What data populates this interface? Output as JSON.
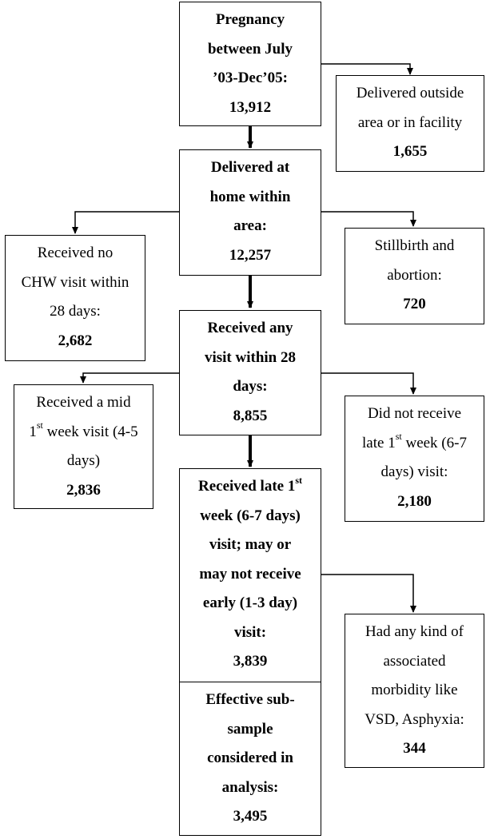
{
  "boxes": {
    "pregnancy": {
      "lines": [
        "Pregnancy",
        "between July",
        "’03-Dec’05:"
      ],
      "value": "13,912"
    },
    "outside": {
      "lines": [
        "Delivered outside",
        "area or in facility"
      ],
      "value": "1,655"
    },
    "home": {
      "lines": [
        "Delivered at",
        "home within",
        "area:"
      ],
      "value": "12,257"
    },
    "no_chw": {
      "lines": [
        "Received no",
        "CHW visit within",
        "28 days:"
      ],
      "value": "2,682"
    },
    "stillbirth": {
      "lines": [
        "Stillbirth and",
        "abortion:"
      ],
      "value": "720"
    },
    "any_visit": {
      "lines": [
        "Received any",
        "visit within 28",
        "days:"
      ],
      "value": "8,855"
    },
    "mid_week": {
      "line1_pre": "Received a mid",
      "line2_num": "1",
      "line2_sup": "st",
      "line2_post": " week visit (4-5",
      "line3": "days)",
      "value": "2,836"
    },
    "not_late": {
      "line1": "Did not receive",
      "line2_pre": "late 1",
      "line2_sup": "st",
      "line2_post": " week (6-7",
      "line3": "days) visit:",
      "value": "2,180"
    },
    "late_week": {
      "line1_pre": "Received late 1",
      "line1_sup": "st",
      "lines_rest": [
        "week (6-7 days)",
        "visit; may or",
        "may not receive",
        "early (1-3 day)",
        "visit:"
      ],
      "value": "3,839"
    },
    "morbidity": {
      "lines": [
        "Had any kind of",
        "associated",
        "morbidity like",
        "VSD, Asphyxia:"
      ],
      "value": "344"
    },
    "effective": {
      "lines": [
        "Effective sub-",
        "sample",
        "considered in",
        "analysis:"
      ],
      "value": "3,495"
    }
  }
}
